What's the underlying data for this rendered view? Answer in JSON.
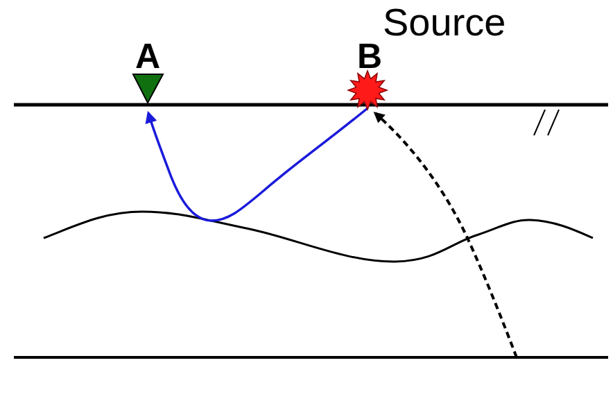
{
  "diagram": {
    "labels": [
      "Source",
      "A",
      "B"
    ]
  }
}
